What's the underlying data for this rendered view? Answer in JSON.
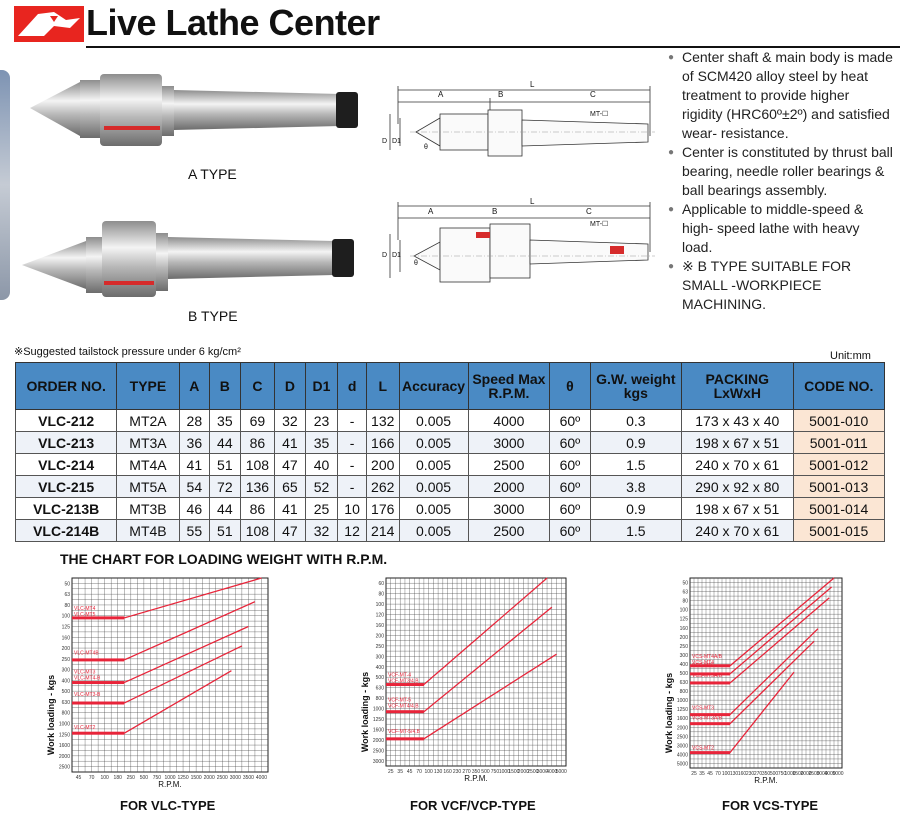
{
  "header": {
    "title": "Live Lathe Center"
  },
  "types": {
    "a_label": "A TYPE",
    "b_label": "B TYPE"
  },
  "drawing_labels": {
    "a": "A",
    "b": "B",
    "c": "C",
    "l": "L",
    "d": "D",
    "d1": "D1",
    "mt": "MT-☐",
    "theta": "θ"
  },
  "features": [
    "Center shaft & main body is made of SCM420 alloy steel by heat treatment to provide higher rigidity (HRC60º±2º) and satisfied wear- resistance.",
    "Center is constituted by thrust ball bearing, needle roller bearings & ball bearings assembly.",
    "Applicable to middle-speed & high- speed lathe with heavy load."
  ],
  "feature_note": "※ B TYPE SUITABLE FOR SMALL -WORKPIECE MACHINING.",
  "pressure_note": "※Suggested tailstock pressure under 6 kg/cm²",
  "unit": "Unit:mm",
  "table": {
    "headers": [
      "ORDER NO.",
      "TYPE",
      "A",
      "B",
      "C",
      "D",
      "D1",
      "d",
      "L",
      "Accuracy",
      "Speed Max R.P.M.",
      "θ",
      "G.W. weight kgs",
      "PACKING LxWxH",
      "CODE NO."
    ],
    "rows": [
      [
        "VLC-212",
        "MT2A",
        "28",
        "35",
        "69",
        "32",
        "23",
        "-",
        "132",
        "0.005",
        "4000",
        "60º",
        "0.3",
        "173 x 43 x 40",
        "5001-010"
      ],
      [
        "VLC-213",
        "MT3A",
        "36",
        "44",
        "86",
        "41",
        "35",
        "-",
        "166",
        "0.005",
        "3000",
        "60º",
        "0.9",
        "198 x 67 x 51",
        "5001-011"
      ],
      [
        "VLC-214",
        "MT4A",
        "41",
        "51",
        "108",
        "47",
        "40",
        "-",
        "200",
        "0.005",
        "2500",
        "60º",
        "1.5",
        "240 x 70 x 61",
        "5001-012"
      ],
      [
        "VLC-215",
        "MT5A",
        "54",
        "72",
        "136",
        "65",
        "52",
        "-",
        "262",
        "0.005",
        "2000",
        "60º",
        "3.8",
        "290 x 92 x 80",
        "5001-013"
      ],
      [
        "VLC-213B",
        "MT3B",
        "46",
        "44",
        "86",
        "41",
        "25",
        "10",
        "176",
        "0.005",
        "3000",
        "60º",
        "0.9",
        "198 x 67 x 51",
        "5001-014"
      ],
      [
        "VLC-214B",
        "MT4B",
        "55",
        "51",
        "108",
        "47",
        "32",
        "12",
        "214",
        "0.005",
        "2500",
        "60º",
        "1.5",
        "240 x 70 x 61",
        "5001-015"
      ]
    ]
  },
  "chart_section_title": "THE CHART FOR LOADING WEIGHT WITH R.P.M.",
  "colors": {
    "header_blue": "#4a8ac4",
    "code_bg": "#fbe6d4",
    "line_red": "#e8253a",
    "logo_red": "#e8251f"
  },
  "chart_data": [
    {
      "type": "line",
      "caption": "FOR VLC-TYPE",
      "ylabel": "Work loading - kgs",
      "xlabel": "R.P.M.",
      "y_ticks": [
        "50",
        "63",
        "80",
        "100",
        "125",
        "160",
        "200",
        "250",
        "300",
        "400",
        "500",
        "630",
        "800",
        "1000",
        "1250",
        "1600",
        "2000",
        "2500"
      ],
      "x_ticks": [
        "45",
        "70",
        "100",
        "180",
        "250",
        "500",
        "750",
        "1000",
        "1250",
        "1500",
        "2000",
        "2500",
        "3000",
        "3500",
        "4000"
      ],
      "series_labels": [
        "VLC-MT5",
        "VLC-MT4",
        "VLC-MT4B",
        "VLC-MT4-B",
        "VLC-MT3",
        "VLC-MT3-B",
        "VLC-MT2"
      ],
      "lines": [
        [
          0,
          3.7,
          4,
          3.7,
          14.5,
          0.0
        ],
        [
          0,
          7.6,
          4,
          7.6,
          14,
          2.2
        ],
        [
          0,
          9.7,
          4,
          9.7,
          13.5,
          4.5
        ],
        [
          0,
          11.6,
          4,
          11.6,
          13,
          6.3
        ],
        [
          0,
          14.4,
          4,
          14.4,
          12.2,
          8.6
        ]
      ]
    },
    {
      "type": "line",
      "caption": "FOR VCF/VCP-TYPE",
      "ylabel": "Work loading - kgs",
      "xlabel": "R.P.M.",
      "y_ticks": [
        "60",
        "80",
        "100",
        "120",
        "160",
        "200",
        "250",
        "300",
        "400",
        "500",
        "630",
        "800",
        "1000",
        "1250",
        "1600",
        "2000",
        "2500",
        "3000"
      ],
      "x_ticks": [
        "25",
        "35",
        "45",
        "70",
        "100",
        "130",
        "160",
        "230",
        "270",
        "350",
        "500",
        "750",
        "1000",
        "1500",
        "2000",
        "2500",
        "3000",
        "4000",
        "5000"
      ],
      "series_labels": [
        "VCF-MT3/4,B",
        "VCF-MT-4",
        "VCF-MT4/4,B",
        "VCF-MT-5",
        "VCF-MT-5/4,B"
      ],
      "lines": [
        [
          0,
          10.2,
          4,
          10.2,
          17,
          0.0
        ],
        [
          0,
          12.8,
          4,
          12.8,
          17.5,
          2.8
        ],
        [
          0,
          15.4,
          4,
          15.4,
          18,
          7.3
        ]
      ]
    },
    {
      "type": "line",
      "caption": "FOR VCS-TYPE",
      "ylabel": "Work loading - kgs",
      "xlabel": "R.P.M.",
      "y_ticks": [
        "50",
        "63",
        "80",
        "100",
        "125",
        "160",
        "200",
        "250",
        "300",
        "400",
        "500",
        "630",
        "800",
        "1000",
        "1250",
        "1600",
        "2000",
        "2500",
        "3000",
        "4000",
        "5000"
      ],
      "x_ticks": [
        "25",
        "35",
        "45",
        "70",
        "100",
        "130",
        "160",
        "230",
        "270",
        "350",
        "500",
        "750",
        "1000",
        "1500",
        "2000",
        "2500",
        "3000",
        "4000",
        "5000"
      ],
      "series_labels": [
        "VCS-MT4",
        "VCS-MT4A/B",
        "VCS-MT5",
        "VCS-MT5A/B",
        "VCS-MT3",
        "VCS-MT3A/B",
        "VCS-MT2"
      ],
      "lines": [
        [
          0,
          9.7,
          5,
          9.7,
          18,
          0.0
        ],
        [
          0,
          10.6,
          5,
          10.6,
          17.7,
          1.0
        ],
        [
          0,
          11.6,
          5,
          11.6,
          17.4,
          2.2
        ],
        [
          0,
          15.1,
          5,
          15.1,
          16,
          5.6
        ],
        [
          0,
          16.1,
          5,
          16.1,
          15.5,
          7.0
        ],
        [
          0,
          19.3,
          5,
          19.3,
          13,
          10.4
        ]
      ]
    }
  ]
}
